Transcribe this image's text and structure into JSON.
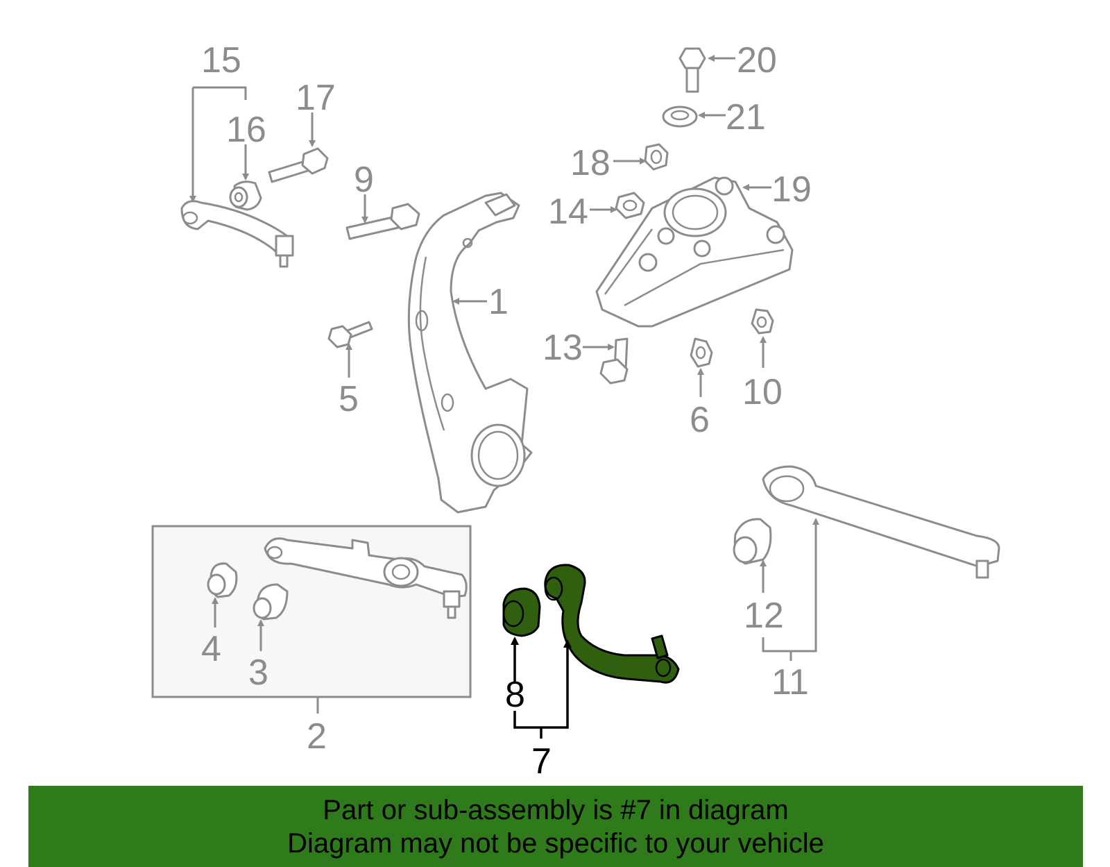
{
  "callouts": {
    "n1": "1",
    "n2": "2",
    "n3": "3",
    "n4": "4",
    "n5": "5",
    "n6": "6",
    "n7": "7",
    "n8": "8",
    "n9": "9",
    "n10": "10",
    "n11": "11",
    "n12": "12",
    "n13": "13",
    "n14": "14",
    "n15": "15",
    "n16": "16",
    "n17": "17",
    "n18": "18",
    "n19": "19",
    "n20": "20",
    "n21": "21"
  },
  "highlighted_part": "7",
  "colors": {
    "highlight_part": "#2f5f0f",
    "banner_background": "#2f7a1b",
    "line_art": "#8c8c8c"
  },
  "banner": {
    "line1": "Part or sub-assembly is #7 in diagram",
    "line2": "Diagram may not be specific to your vehicle"
  }
}
